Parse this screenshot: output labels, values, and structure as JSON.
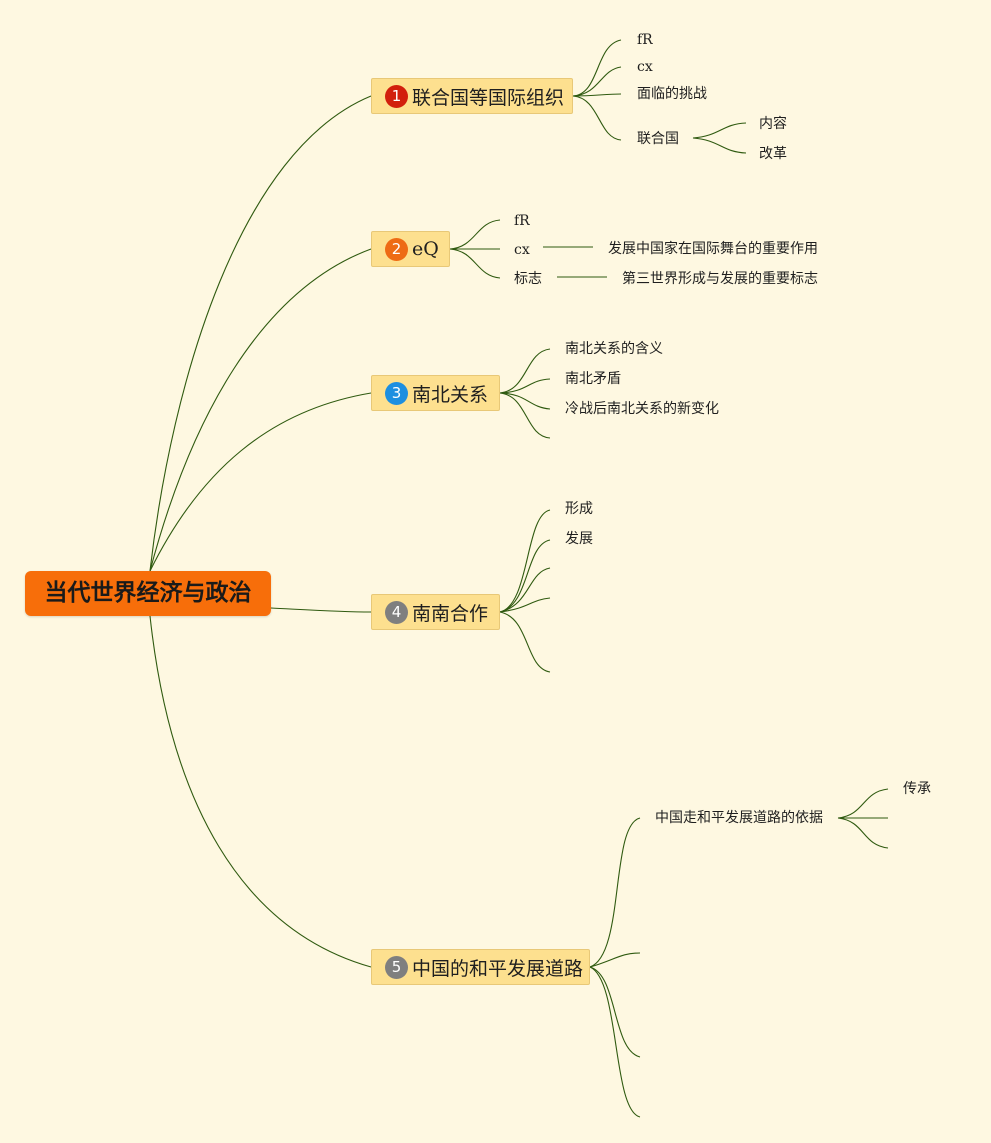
{
  "root": {
    "label": "当代世界经济与政治"
  },
  "colors": {
    "background": "#fef8e1",
    "root_fill": "#f76e0a",
    "branch_fill": "#fde08f",
    "connector": "#2f5a10",
    "badge_1": "#d21f0c",
    "badge_2": "#ee6b14",
    "badge_3": "#1d8fe0",
    "badge_4": "#7f7f7f",
    "badge_5": "#7f7f7f"
  },
  "branches": [
    {
      "number": "1",
      "label": "联合国等国际组织",
      "children": [
        "fR",
        "cx",
        "面临的挑战",
        "联合国"
      ],
      "grandchildren": [
        "内容",
        "改革"
      ]
    },
    {
      "number": "2",
      "label": "eQ",
      "children": [
        "fR",
        "cx",
        "标志"
      ],
      "details": [
        "发展中国家在国际舞台的重要作用",
        "第三世界形成与发展的重要标志"
      ]
    },
    {
      "number": "3",
      "label": "南北关系",
      "children": [
        "南北关系的含义",
        "南北矛盾",
        "冷战后南北关系的新变化"
      ]
    },
    {
      "number": "4",
      "label": "南南合作",
      "children": [
        "形成",
        "发展"
      ]
    },
    {
      "number": "5",
      "label": "中国的和平发展道路",
      "children": [
        "中国走和平发展道路的依据"
      ],
      "grandchildren": [
        "传承"
      ]
    }
  ]
}
